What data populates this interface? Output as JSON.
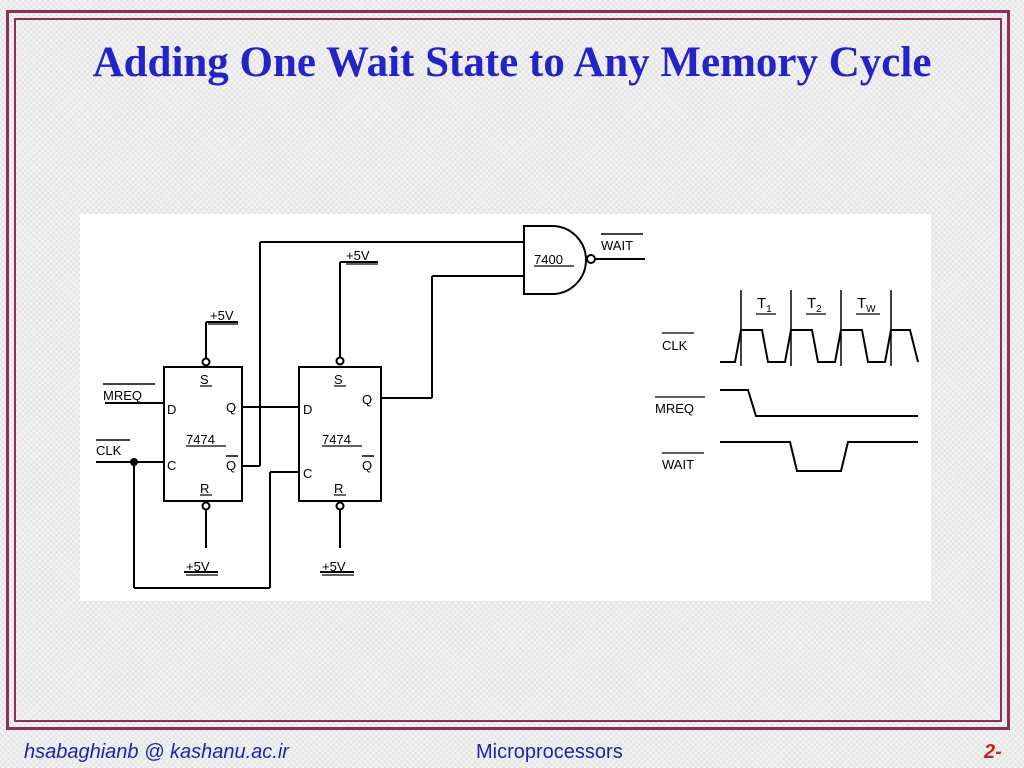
{
  "slide": {
    "title": "Adding One Wait State to Any Memory Cycle"
  },
  "footer": {
    "left": "hsabaghianb @ kashanu.ac.ir",
    "center": "Microprocessors",
    "right": "2-"
  },
  "circuit": {
    "ff1": {
      "chip": "7474",
      "pin_s": "S",
      "pin_d": "D",
      "pin_q": "Q",
      "pin_c": "C",
      "pin_qbar": "Q",
      "pin_r": "R"
    },
    "ff2": {
      "chip": "7474",
      "pin_s": "S",
      "pin_d": "D",
      "pin_q": "Q",
      "pin_c": "C",
      "pin_qbar": "Q",
      "pin_r": "R"
    },
    "nand": {
      "chip": "7400",
      "output": "WAIT"
    },
    "vcc_ff1_set": "+5V",
    "vcc_ff1_reset": "+5V",
    "vcc_ff2_set": "+5V",
    "vcc_ff2_reset": "+5V",
    "input_mreq": "MREQ",
    "input_clk": "CLK"
  },
  "timing": {
    "states": [
      "T",
      "T",
      "T"
    ],
    "state_subscripts": [
      "1",
      "2",
      "W"
    ],
    "signals": [
      "CLK",
      "MREQ",
      "WAIT"
    ]
  }
}
